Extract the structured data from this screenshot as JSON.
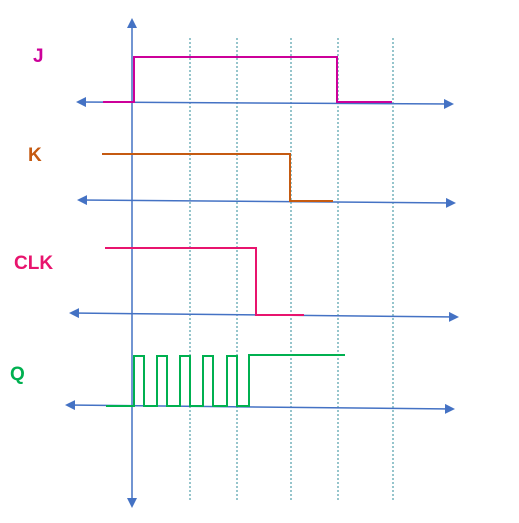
{
  "colors": {
    "axis": "#4472C4",
    "gridline": "#2E8B9A",
    "J": "#CC0099",
    "K": "#C55A11",
    "CLK": "#E8146E",
    "Q": "#00B050"
  },
  "signals": [
    {
      "id": "J",
      "label": "J",
      "color_key": "J",
      "shape": "high-then-low"
    },
    {
      "id": "K",
      "label": "K",
      "color_key": "K",
      "shape": "high-then-low"
    },
    {
      "id": "CLK",
      "label": "CLK",
      "color_key": "CLK",
      "shape": "high-then-low"
    },
    {
      "id": "Q",
      "label": "Q",
      "color_key": "Q",
      "shape": "toggling-then-high"
    }
  ]
}
